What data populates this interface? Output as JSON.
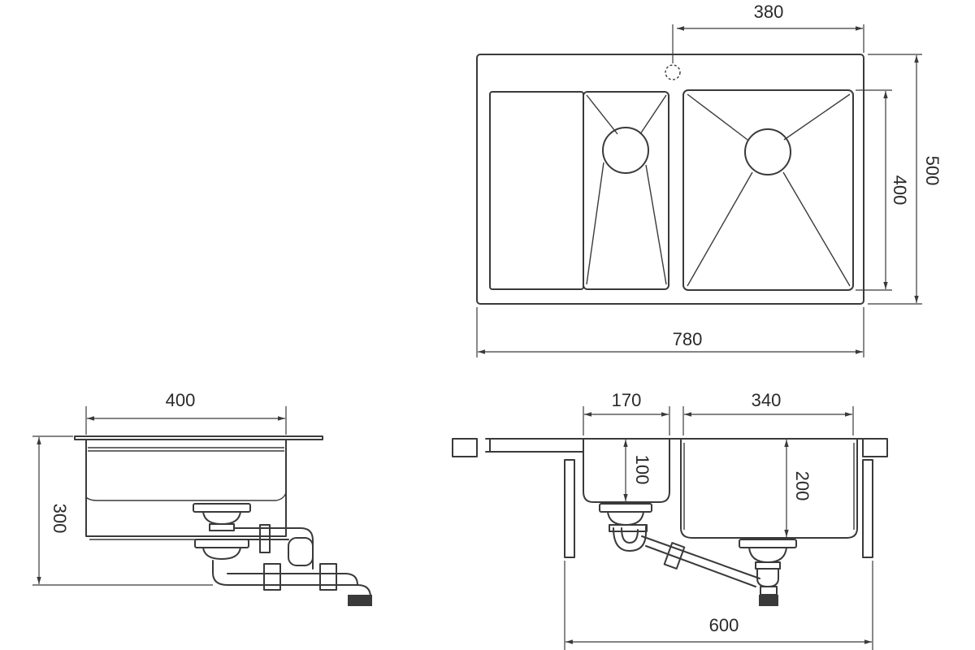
{
  "dimensions": {
    "top_view_bowl_offset": "380",
    "top_view_total_width": "780",
    "top_view_total_depth": "500",
    "top_view_bowl_depth": "400",
    "side_view_width": "400",
    "side_view_height": "300",
    "front_small_bowl_width": "170",
    "front_large_bowl_width": "340",
    "front_small_bowl_depth": "100",
    "front_large_bowl_depth": "200",
    "front_cabinet_width": "600"
  },
  "colors": {
    "line": "#3a3a3a",
    "background": "#ffffff"
  },
  "icons": {
    "tap_hole": "dashed-circle",
    "drain": "strainer",
    "siphon": "bottle-trap"
  }
}
